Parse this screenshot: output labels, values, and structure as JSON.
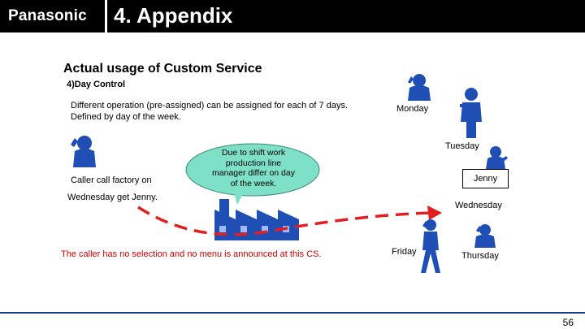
{
  "header": {
    "logo_text": "Panasonic",
    "title": "4. Appendix"
  },
  "content": {
    "section_title": "Actual usage of Custom Service",
    "subsection": "4)Day Control",
    "description_line1": "Different operation (pre-assigned) can be assigned for each of 7 days.",
    "description_line2": "Defined by day of the week.",
    "caller_line1": "Caller call factory on",
    "caller_line2": "Wednesday get Jenny.",
    "bubble_line1": "Due to shift work",
    "bubble_line2": "production line",
    "bubble_line3": "manager differ on day",
    "bubble_line4": "of the week.",
    "note": "The caller has no selection and no menu is announced at this CS."
  },
  "days": {
    "monday": "Monday",
    "tuesday": "Tuesday",
    "jenny": "Jenny",
    "wednesday": "Wednesday",
    "friday": "Friday",
    "thursday": "Thursday"
  },
  "footer": {
    "page_number": "56"
  },
  "colors": {
    "header_bg": "#000000",
    "figure_blue": "#1f4fb4",
    "bubble_fill": "#7fe0c8",
    "arrow_red": "#e02020",
    "note_red": "#d00000",
    "factory_blue": "#1f4fb4",
    "footer_line": "#1a3a8a"
  }
}
